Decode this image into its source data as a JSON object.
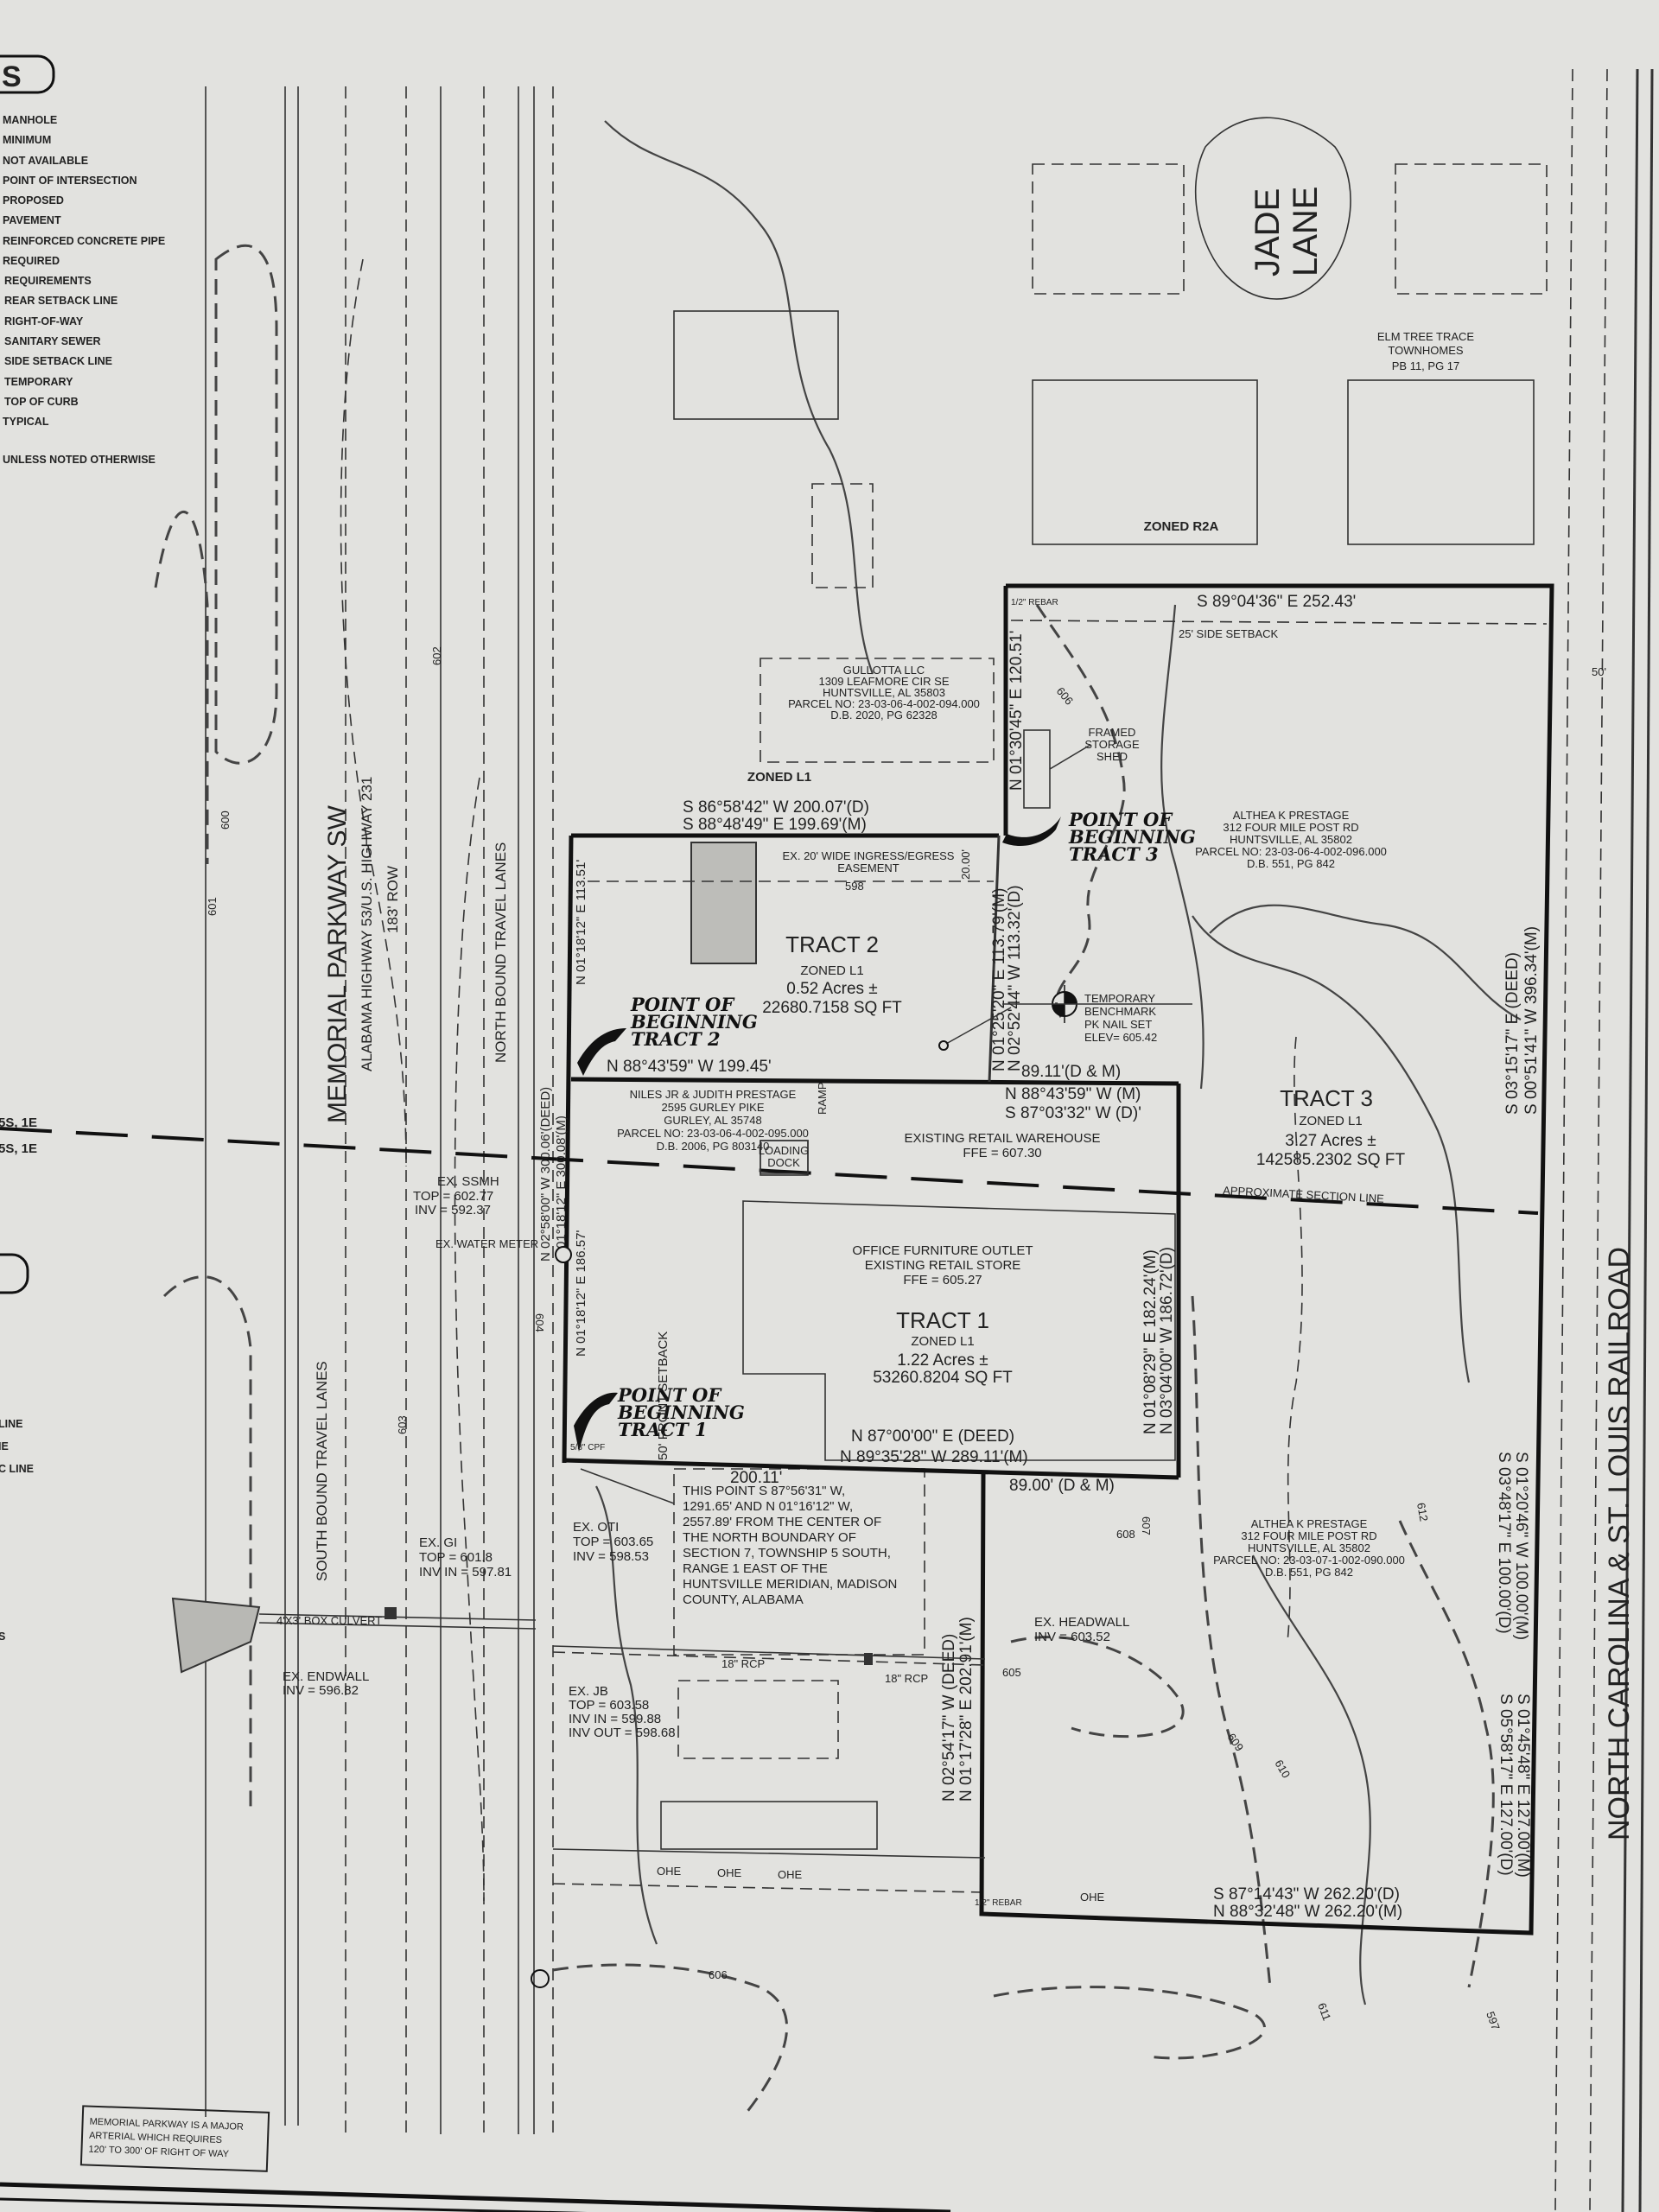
{
  "legend": {
    "title": "S",
    "items": [
      "MANHOLE",
      "MINIMUM",
      "NOT AVAILABLE",
      "POINT OF INTERSECTION",
      "PROPOSED",
      "PAVEMENT",
      "REINFORCED CONCRETE PIPE",
      "REQUIRED",
      "REQUIREMENTS",
      "REAR SETBACK LINE",
      "RIGHT-OF-WAY",
      "SANITARY SEWER",
      "SIDE SETBACK LINE",
      "TEMPORARY",
      "TOP OF CURB",
      "TYPICAL"
    ],
    "footer": "UNLESS NOTED OTHERWISE"
  },
  "left_margin": {
    "section_refs": [
      "5S, 1E",
      "5S, 1E"
    ],
    "cut_labels": [
      "LINE",
      "IE",
      "C LINE",
      "S"
    ]
  },
  "roads": {
    "parkway_name": "MEMORIAL PARKWAY SW",
    "parkway_sub": "ALABAMA HIGHWAY 53/U.S. HIGHWAY 231",
    "row": "183' ROW",
    "north_lanes": "NORTH BOUND TRAVEL LANES",
    "south_lanes": "SOUTH BOUND TRAVEL LANES",
    "jade_lane": [
      "JADE",
      "LANE"
    ],
    "railroad": "NORTH CAROLINA & ST. LOUIS RAILROAD",
    "railroad_offset": "50'",
    "note": [
      "MEMORIAL PARKWAY IS A MAJOR",
      "ARTERIAL WHICH REQUIRES",
      "120' TO 300' OF RIGHT OF WAY"
    ]
  },
  "neighbors": {
    "elm_tree": [
      "ELM TREE TRACE",
      "TOWNHOMES",
      "PB 11, PG 17"
    ],
    "zoned_r2a": "ZONED R2A",
    "gullotta": [
      "GULLOTTA LLC",
      "1309 LEAFMORE CIR SE",
      "HUNTSVILLE, AL 35803",
      "PARCEL NO: 23-03-06-4-002-094.000",
      "D.B. 2020, PG 62328"
    ],
    "gullotta_zone": "ZONED L1",
    "niles": [
      "NILES JR & JUDITH PRESTAGE",
      "2595 GURLEY PIKE",
      "GURLEY, AL 35748",
      "PARCEL NO: 23-03-06-4-002-095.000",
      "D.B. 2006, PG 803140"
    ],
    "althea_north": [
      "ALTHEA K PRESTAGE",
      "312 FOUR MILE POST RD",
      "HUNTSVILLE, AL 35802",
      "PARCEL NO: 23-03-06-4-002-096.000",
      "D.B. 551, PG 842"
    ],
    "althea_south": [
      "ALTHEA K PRESTAGE",
      "312 FOUR MILE POST RD",
      "HUNTSVILLE, AL 35802",
      "PARCEL NO: 23-03-07-1-002-090.000",
      "D.B. 551, PG 842"
    ]
  },
  "tracts": {
    "tract1": {
      "title": "TRACT 1",
      "zone": "ZONED L1",
      "acres": "1.22 Acres ±",
      "sqft": "53260.8204 SQ FT",
      "building": [
        "OFFICE FURNITURE OUTLET",
        "EXISTING RETAIL STORE",
        "FFE = 605.27"
      ],
      "pob": [
        "POINT OF",
        "BEGINNING",
        "TRACT 1"
      ]
    },
    "tract2": {
      "title": "TRACT 2",
      "zone": "ZONED L1",
      "acres": "0.52 Acres ±",
      "sqft": "22680.7158 SQ FT",
      "pob": [
        "POINT OF",
        "BEGINNING",
        "TRACT 2"
      ]
    },
    "tract3": {
      "title": "TRACT 3",
      "zone": "ZONED L1",
      "acres": "3.27 Acres ±",
      "sqft": "142585.2302 SQ FT",
      "pob": [
        "POINT OF",
        "BEGINNING",
        "TRACT 3"
      ]
    }
  },
  "bearings": {
    "north_t3": "S 89°04'36\" E 252.43'",
    "side_setback": "25' SIDE SETBACK",
    "t2_north_d": "S 86°58'42\" W 200.07'(D)",
    "t2_north_m": "S 88°48'49\" E 199.69'(M)",
    "t3_west_upper": "N 01°30'45\" E 120.51'",
    "t2_east_m": "N 01°25'20\" E 113.79'(M)",
    "t2_east_d": "N 02°52'44\" W 113.32'(D)",
    "t2_south": "N 88°43'59\" W 199.45'",
    "t2_south_east": "89.11'(D & M)",
    "wh_m": "N 88°43'59\" W (M)",
    "wh_d": "S 87°03'32\" W (D)'",
    "west_deed": "N 02°58'00\" W 300.06'(DEED)",
    "west_m": "N 01°18'12\" E 300.08'(M)",
    "west_t2": "N 01°18'12\" E 113.51'",
    "west_t1": "N 01°18'12\" E 186.57'",
    "t1_east_m": "N 01°08'29\" E 182.24'(M)",
    "t1_east_d": "N 03°04'00\" W 186.72'(D)",
    "t1_south_deed": "N 87°00'00\" E (DEED)",
    "t1_south_m": "N 89°35'28\" W 289.11'(M)",
    "seg_200": "200.11'",
    "seg_89": "89.00' (D & M)",
    "t3_west_deed": "N 02°54'17\" W (DEED)",
    "t3_west_m": "N 01°17'28\" E 202.91'(M)",
    "t3_east_deed": "S 03°15'17\" E (DEED)",
    "t3_east_m": "S 00°51'41\" W 396.34'(M)",
    "t3_e100_m": "S 01°20'46\" W 100.00'(M)",
    "t3_e100_d": "S 03°48'17\" E 100.00'(D)",
    "t3_e127_m": "S 01°45'48\" E 127.00'(M)",
    "t3_e127_d": "S 05°58'17\" E 127.00'(D)",
    "t3_south_d": "S 87°14'43\" W 262.20'(D)",
    "t3_south_m": "N 88°32'48\" W 262.20'(M)",
    "easement_width": "20.00'"
  },
  "annotations": {
    "easement": [
      "EX. 20' WIDE INGRESS/EGRESS",
      "EASEMENT"
    ],
    "shed": [
      "FRAMED",
      "STORAGE",
      "SHED"
    ],
    "benchmark": [
      "TEMPORARY",
      "BENCHMARK",
      "PK NAIL SET",
      "ELEV= 605.42"
    ],
    "warehouse": [
      "EXISTING RETAIL WAREHOUSE",
      "FFE = 607.30"
    ],
    "loading": [
      "LOADING",
      "DOCK"
    ],
    "ramp": "RAMP",
    "section_line": "APPROXIMATE SECTION LINE",
    "front_setback": "50' FRONT SETBACK",
    "this_point": [
      "THIS POINT S 87°56'31\" W,",
      "1291.65' AND N 01°16'12\" W,",
      "2557.89' FROM THE CENTER OF",
      "THE NORTH BOUNDARY OF",
      "SECTION 7, TOWNSHIP 5 SOUTH,",
      "RANGE 1 EAST OF THE",
      "HUNTSVILLE MERIDIAN, MADISON",
      "COUNTY, ALABAMA"
    ],
    "ssmh": [
      "EX. SSMH",
      "TOP = 602.77",
      "INV = 592.37"
    ],
    "water_meter": "EX. WATER METER",
    "gi": [
      "EX. GI",
      "TOP = 601.8",
      "INV IN = 597.81"
    ],
    "culvert": "4'X3' BOX CULVERT",
    "endwall": [
      "EX. ENDWALL",
      "INV = 596.82"
    ],
    "oti": [
      "EX. OTI",
      "TOP = 603.65",
      "INV = 598.53"
    ],
    "jb": [
      "EX. JB",
      "TOP = 603.58",
      "INV IN = 599.88",
      "INV OUT = 598.68"
    ],
    "headwall": [
      "EX. HEADWALL",
      "INV = 603.52"
    ],
    "rcp": "18\" RCP",
    "rebar": "1/2\" REBAR",
    "cpf": "5/8\" CPF",
    "ohe": "OHE"
  },
  "contours": [
    "598",
    "600",
    "601",
    "602",
    "603",
    "604",
    "605",
    "606",
    "607",
    "608",
    "609",
    "610",
    "611",
    "612",
    "597"
  ],
  "colors": {
    "paper": "#e2e2df",
    "ink": "#222222"
  }
}
